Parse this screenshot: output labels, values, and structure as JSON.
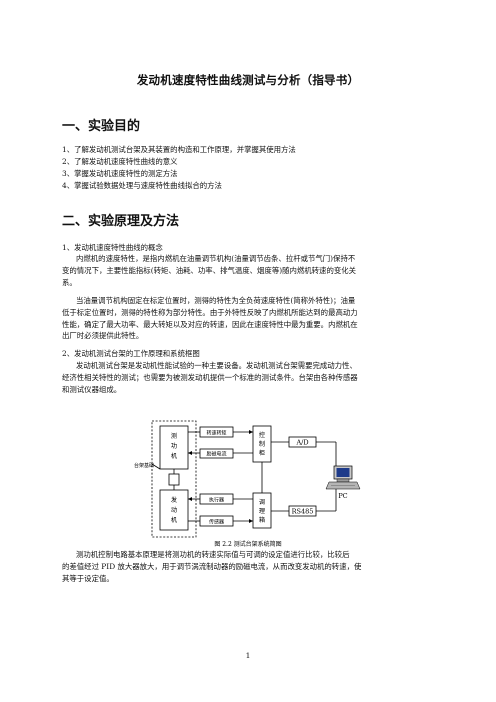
{
  "title": "发动机速度特性曲线测试与分析（指导书）",
  "section1": {
    "heading": "一、实验目的",
    "items": [
      "1、了解发动机测试台架及其装置的构造和工作原理，并掌握其使用方法",
      "2、了解发动机速度特性曲线的意义",
      "3、掌握发动机速度特性的测定方法",
      "4、掌握试验数据处理与速度特性曲线拟合的方法"
    ]
  },
  "section2": {
    "heading": "二、实验原理及方法",
    "sub1": "1、发动机速度特性曲线的概念",
    "para1": [
      "内燃机的速度特性，是指内燃机在油量调节机构(油量调节齿条、拉杆或节气门)保持不",
      "变的情况下，主要性能指标(转矩、油耗、功率、排气温度、烟度等)随内燃机转速的变化关",
      "系。"
    ],
    "para2": [
      "当油量调节机构固定在标定位置时，测得的特性为全负荷速度特性(简称外特性)；油量",
      "低于标定位置时，测得的特性称为部分特性。由于外特性反映了内燃机所能达到的最高动力",
      "性能，确定了最大功率、最大转矩以及对应的转速，因此在速度特性中最为重要。内燃机在",
      "出厂时必须提供此特性。"
    ],
    "sub2": "2、发动机测试台架的工作原理和系统框图",
    "para3": [
      "发动机测试台架是发动机性能试验的一种主要设备。发动机测试台架需要完成动力性、",
      "经济性相关特性的测试；也需要为被测发动机提供一个标准的测试条件。台架由各种传感器",
      "和测试仪器组成。"
    ],
    "figure_caption": "图 2.2   测试台架系统简图",
    "para4": [
      "测功机控制电路基本原理是将测功机的转速实际值与可调的设定值进行比较，比较后",
      "的差值经过 PID 放大器放大，用于调节涡流制动器的励磁电流，从而改变发动机的转速，使",
      "其等于设定值。"
    ]
  },
  "diagram": {
    "dynamometer": [
      "测",
      "功",
      "机"
    ],
    "engine": [
      "发",
      "动",
      "机"
    ],
    "controller": [
      "控",
      "制",
      "柜"
    ],
    "regulator": [
      "调",
      "理",
      "箱"
    ],
    "speed_torque": "转速转矩",
    "excitation_current": "励磁电流",
    "actuator": "执行器",
    "sensor": "传感器",
    "ad": "A/D",
    "rs485": "RS485",
    "pc": "PC",
    "bench_base": "台架基础"
  },
  "page_number": "1"
}
